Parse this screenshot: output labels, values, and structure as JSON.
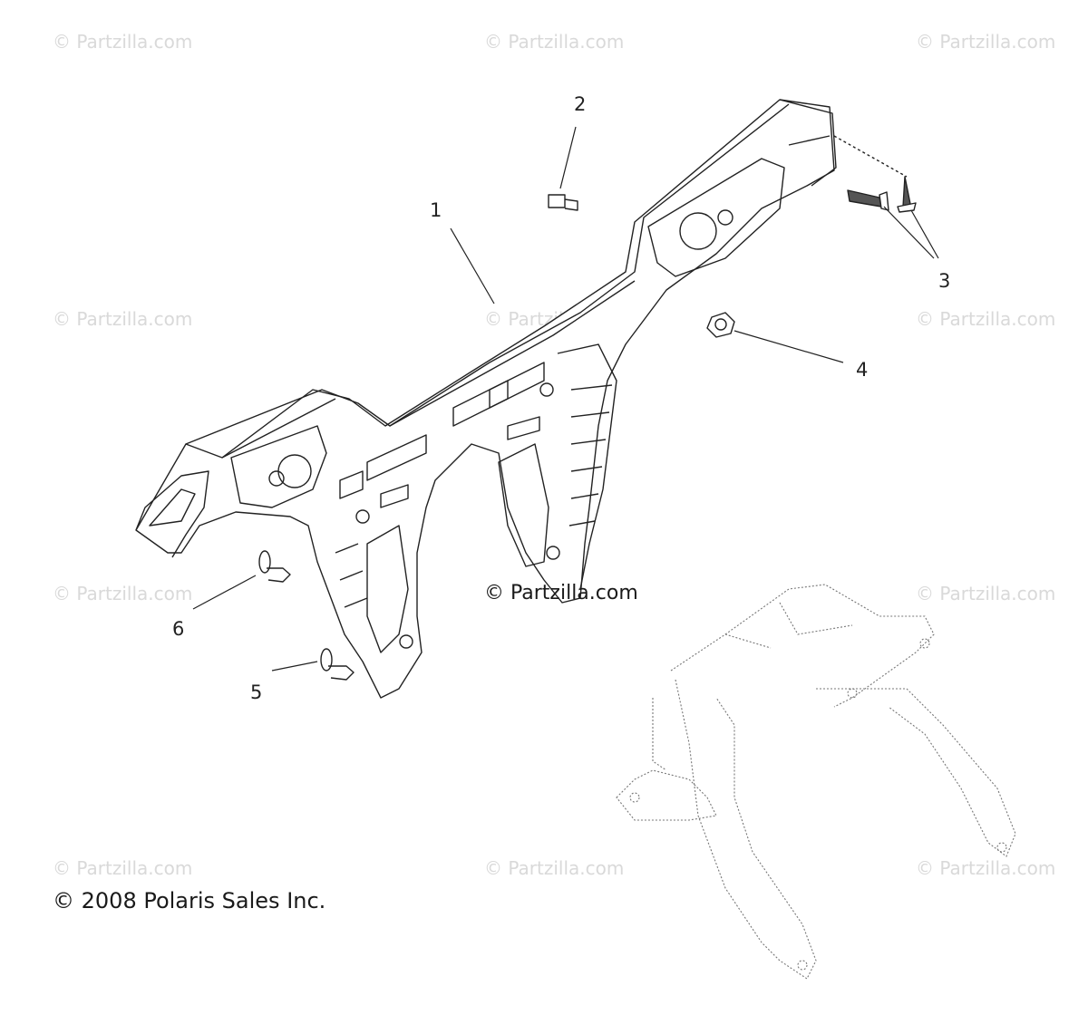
{
  "watermark_text": "© Partzilla.com",
  "center_watermark": "© Partzilla.com",
  "copyright": "© 2008 Polaris Sales Inc.",
  "callouts": {
    "c1": "1",
    "c2": "2",
    "c3": "3",
    "c4": "4",
    "c5": "5",
    "c6": "6"
  }
}
